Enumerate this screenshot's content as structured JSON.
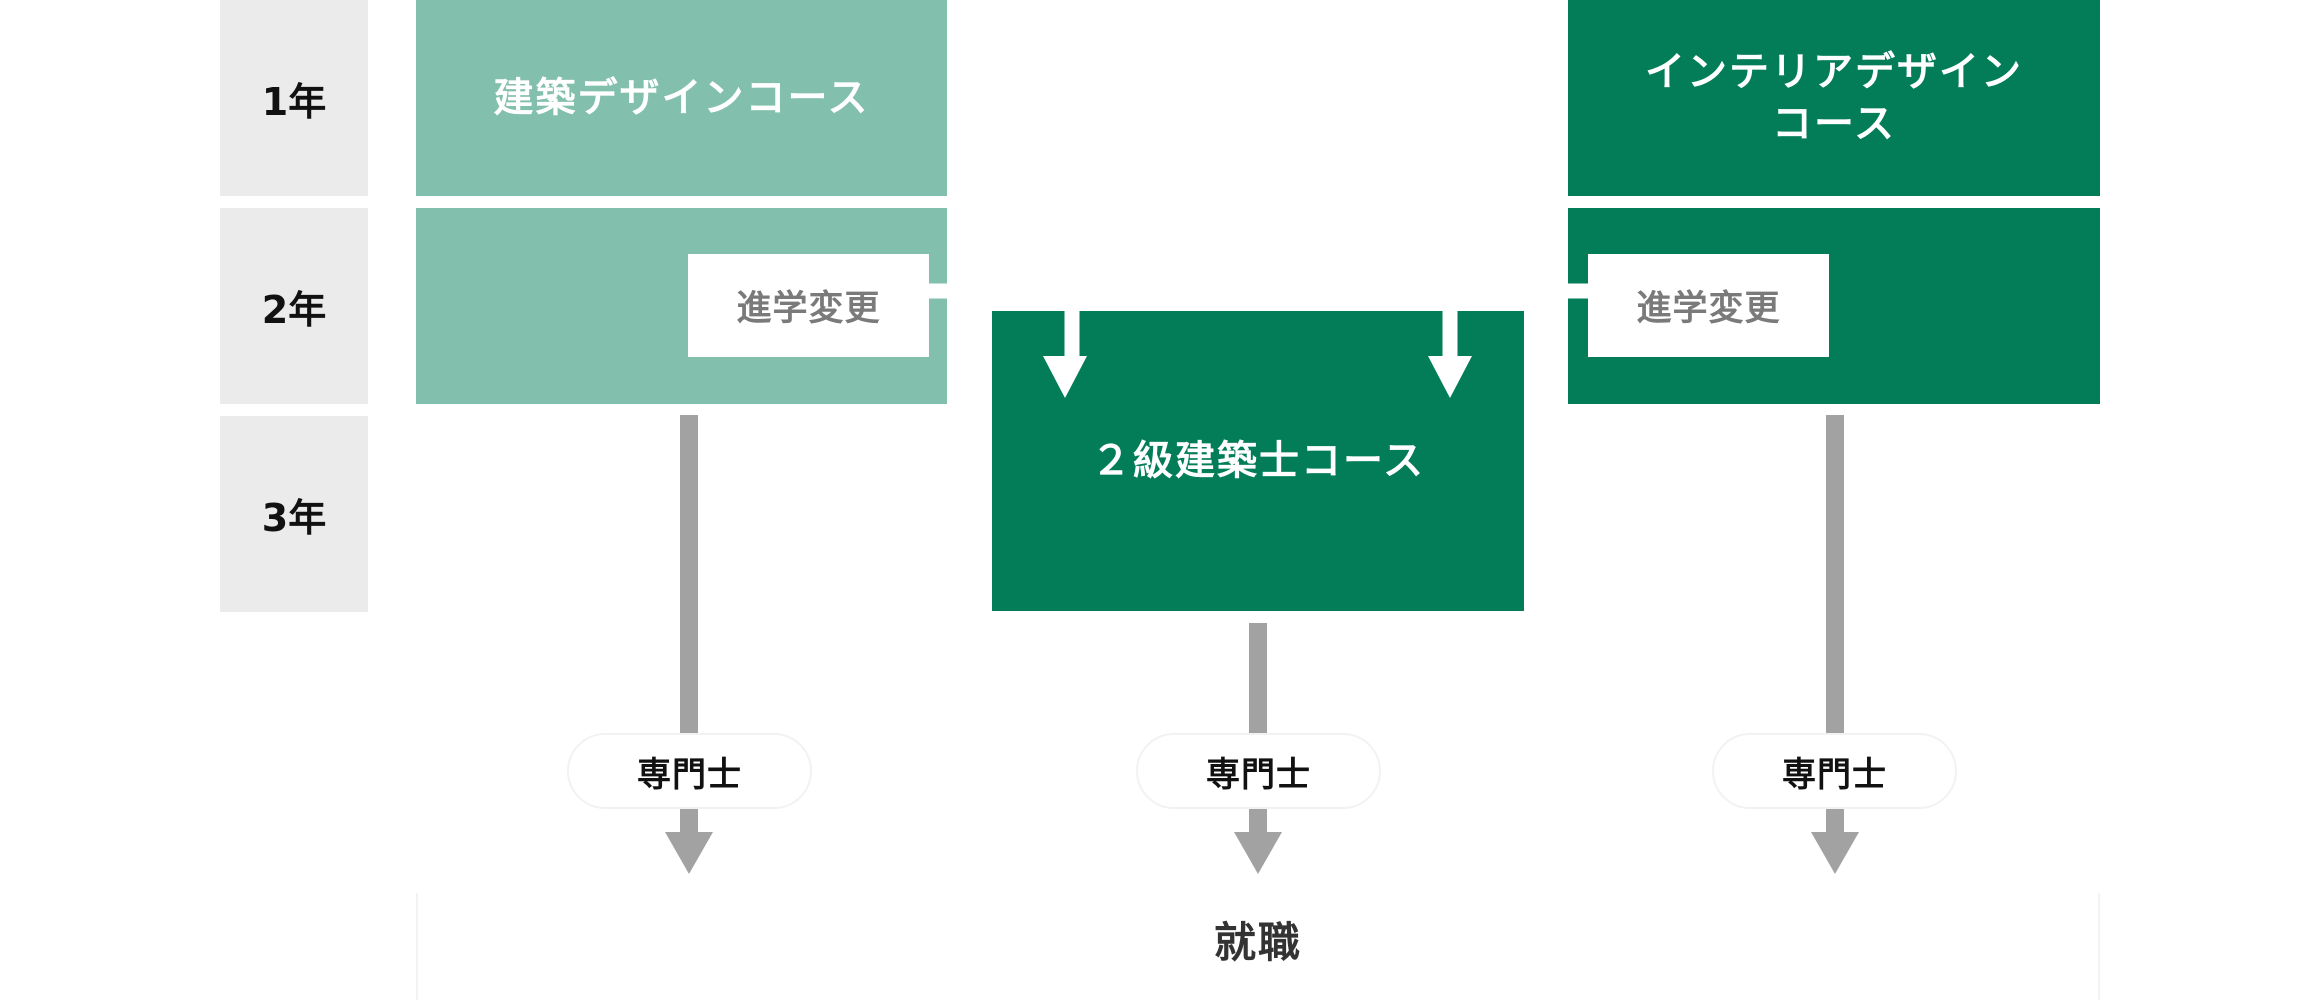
{
  "colors": {
    "light_green": "#82bfac",
    "dark_green": "#027d58",
    "gray_cell": "#ebebeb",
    "gray_connector": "#a2a2a2",
    "white": "#ffffff"
  },
  "years": [
    "1年",
    "2年",
    "3年"
  ],
  "courses": {
    "architecture_design": "建築デザインコース",
    "interior_design": "インテリアデザイン\nコース",
    "second_class_architect": "２級建築士コース"
  },
  "change_labels": {
    "left": "進学変更",
    "right": "進学変更"
  },
  "qualifications": {
    "left": "専門士",
    "center": "専門士",
    "right": "専門士"
  },
  "employment": "就職"
}
